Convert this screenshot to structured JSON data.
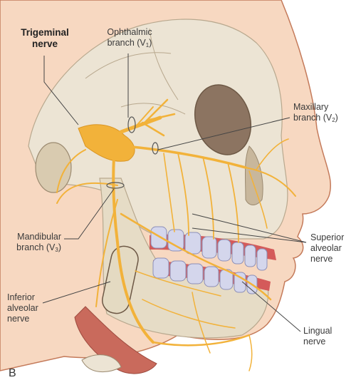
{
  "labels": {
    "trigeminal": {
      "line1": "Trigeminal",
      "line2": "nerve"
    },
    "ophthalmic": {
      "line1": "Ophthalmic",
      "line2_text": "branch (V",
      "line2_sub": "1",
      "line2_end": ")"
    },
    "maxillary": {
      "line1": "Maxillary",
      "line2_text": "branch (V",
      "line2_sub": "2",
      "line2_end": ")"
    },
    "mandibular": {
      "line1": "Mandibular",
      "line2_text": "branch (V",
      "line2_sub": "3",
      "line2_end": ")"
    },
    "superior_alveolar": {
      "line1": "Superior",
      "line2": "alveolar",
      "line3": "nerve"
    },
    "inferior_alveolar": {
      "line1": "Inferior",
      "line2": "alveolar",
      "line3": "nerve"
    },
    "lingual": {
      "line1": "Lingual",
      "line2": "nerve"
    }
  },
  "panel_letter": "B",
  "colors": {
    "nerve": "#f2b23a",
    "nerve_dark": "#d99626",
    "bone": "#ece4d4",
    "bone_shade": "#ddd2bc",
    "skin": "#f4cdb1",
    "skin_outline": "#c47a5a",
    "orbit": "#8c7461",
    "muscle": "#c96a5c",
    "teeth": "#c9cbe3",
    "gum": "#d45a5a"
  }
}
